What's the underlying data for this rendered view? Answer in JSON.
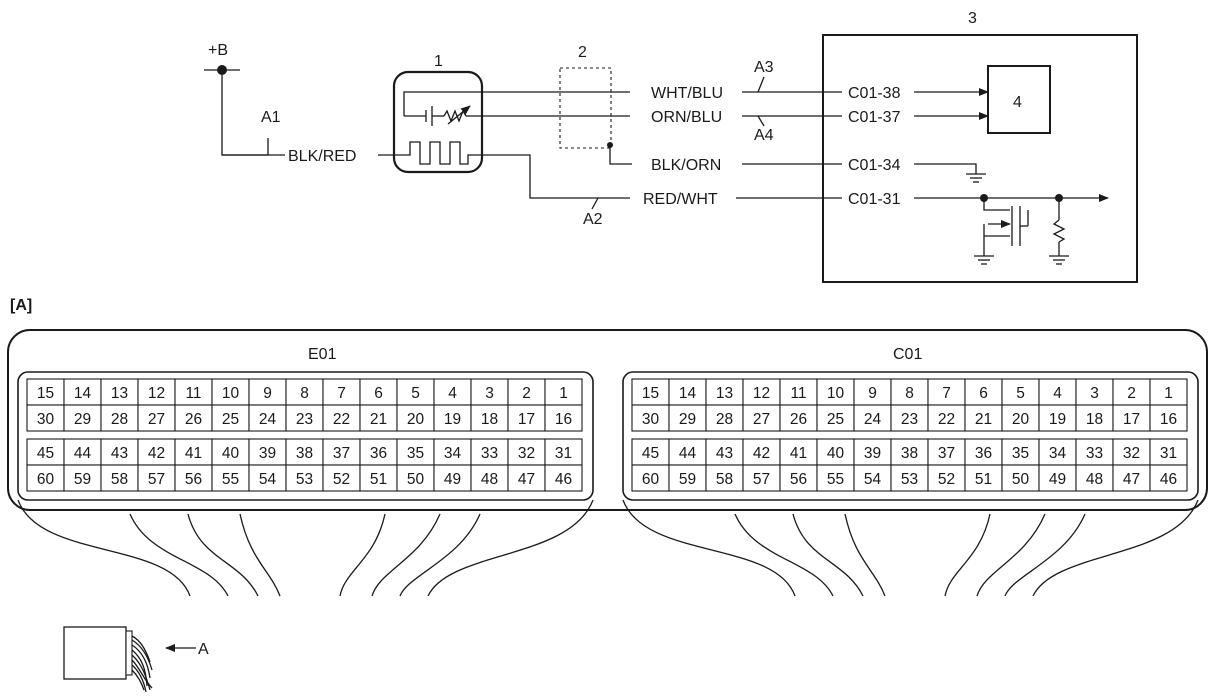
{
  "schematic": {
    "supply": "+B",
    "callouts": [
      "1",
      "2",
      "3",
      "4"
    ],
    "wires": {
      "a1": {
        "id": "A1",
        "color": "BLK/RED"
      },
      "a2": {
        "id": "A2",
        "color": "RED/WHT"
      },
      "a3": {
        "id": "A3",
        "color": "WHT/BLU"
      },
      "a4": {
        "id": "A4",
        "color": "ORN/BLU"
      },
      "shield": {
        "color": "BLK/ORN"
      }
    },
    "terminals": [
      "C01-38",
      "C01-37",
      "C01-34",
      "C01-31"
    ]
  },
  "connector_view": {
    "label": "[A]",
    "connectors": [
      {
        "name": "E01"
      },
      {
        "name": "C01"
      }
    ],
    "pin_rows": [
      [
        "15",
        "14",
        "13",
        "12",
        "11",
        "10",
        "9",
        "8",
        "7",
        "6",
        "5",
        "4",
        "3",
        "2",
        "1"
      ],
      [
        "30",
        "29",
        "28",
        "27",
        "26",
        "25",
        "24",
        "23",
        "22",
        "21",
        "20",
        "19",
        "18",
        "17",
        "16"
      ],
      [
        "45",
        "44",
        "43",
        "42",
        "41",
        "40",
        "39",
        "38",
        "37",
        "36",
        "35",
        "34",
        "33",
        "32",
        "31"
      ],
      [
        "60",
        "59",
        "58",
        "57",
        "56",
        "55",
        "54",
        "53",
        "52",
        "51",
        "50",
        "49",
        "48",
        "47",
        "46"
      ]
    ]
  },
  "harness": {
    "arrow_label": "A"
  }
}
